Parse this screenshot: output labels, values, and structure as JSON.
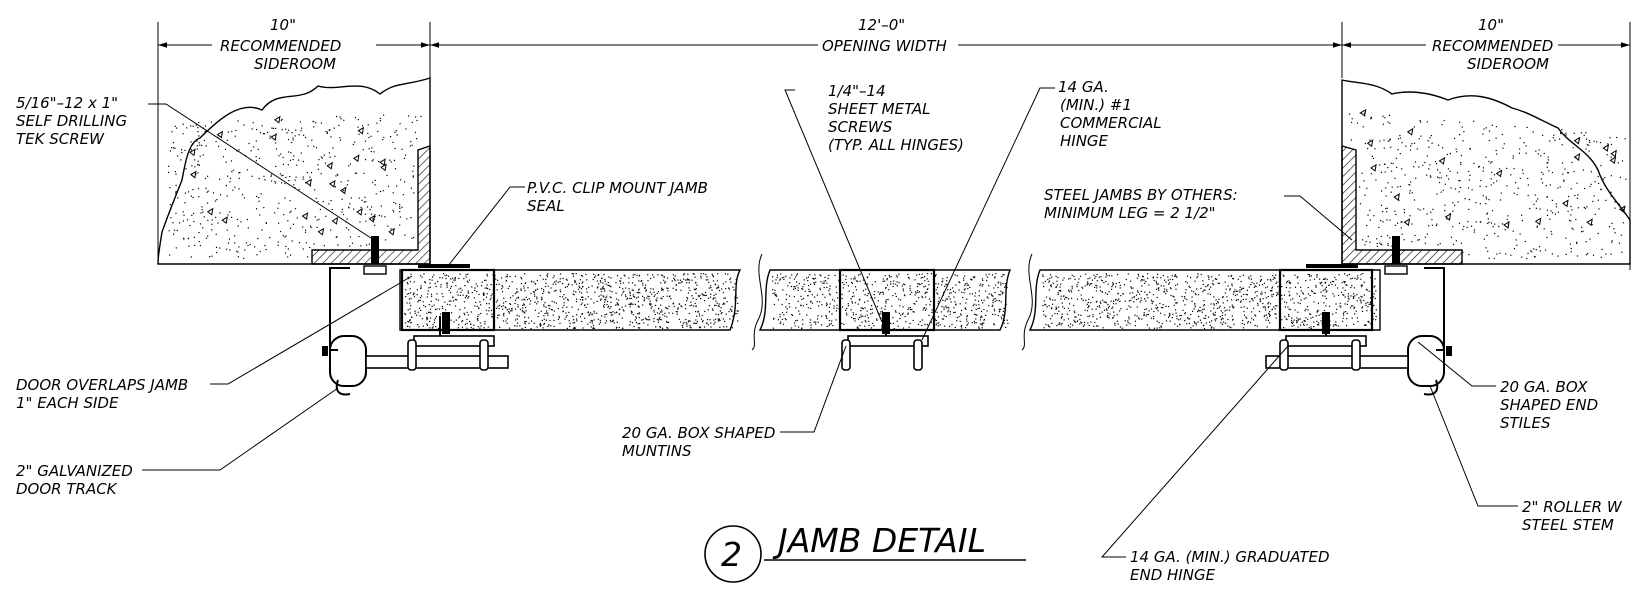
{
  "colors": {
    "ink": "#000000",
    "paper": "#ffffff"
  },
  "dimensions": {
    "left_sideroom": {
      "value": "10\"",
      "label1": "RECOMMENDED",
      "label2": "SIDEROOM"
    },
    "opening": {
      "value": "12'–0\"",
      "label": "OPENING WIDTH"
    },
    "right_sideroom": {
      "value": "10\"",
      "label1": "RECOMMENDED",
      "label2": "SIDEROOM"
    }
  },
  "callouts": {
    "tek_screw": [
      "5/16\"–12 x 1\"",
      "SELF DRILLING",
      "TEK SCREW"
    ],
    "jamb_seal": [
      "P.V.C. CLIP MOUNT JAMB",
      "SEAL"
    ],
    "sheet_metal_screws": [
      "1/4\"–14",
      "SHEET METAL",
      "SCREWS",
      "(TYP. ALL HINGES)"
    ],
    "commercial_hinge": [
      "14 GA.",
      "(MIN.) #1",
      "COMMERCIAL",
      "HINGE"
    ],
    "steel_jambs": [
      "STEEL JAMBS BY OTHERS:",
      "MINIMUM LEG = 2 1/2\""
    ],
    "door_overlaps": [
      "DOOR OVERLAPS JAMB",
      "1\" EACH SIDE"
    ],
    "door_track": [
      "2\" GALVANIZED",
      "DOOR TRACK"
    ],
    "muntins": [
      "20 GA. BOX SHAPED",
      "MUNTINS"
    ],
    "end_stiles": [
      "20 GA. BOX",
      "SHAPED END",
      "STILES"
    ],
    "roller": [
      "2\" ROLLER W",
      "STEEL STEM"
    ],
    "graduated_hinge": [
      "14 GA. (MIN.) GRADUATED",
      "END HINGE"
    ]
  },
  "title": {
    "number": "2",
    "text": "JAMB DETAIL"
  }
}
